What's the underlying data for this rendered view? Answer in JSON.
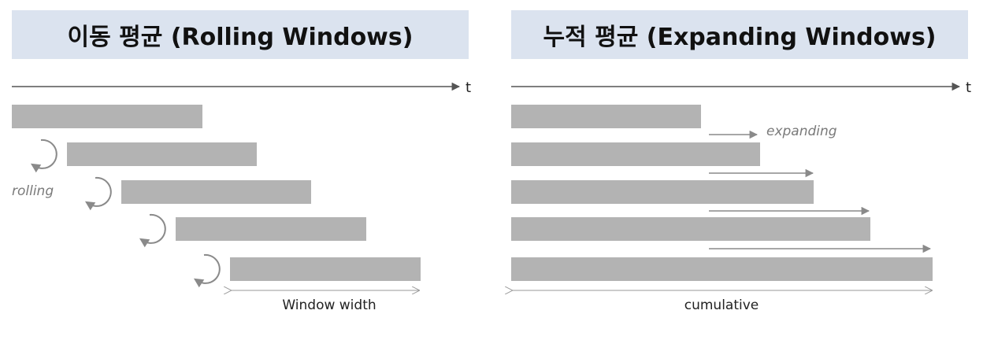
{
  "rolling": {
    "title": "이동 평균 (Rolling Windows)",
    "axis_label": "t",
    "rolling_label": "rolling",
    "width_label": "Window width"
  },
  "expanding": {
    "title": "누적 평균 (Expanding Windows)",
    "axis_label": "t",
    "expanding_label": "expanding",
    "cumulative_label": "cumulative"
  },
  "colors": {
    "title_bg": "#dbe3ef",
    "bar": "#b3b3b3",
    "arrow": "#8a8a8a",
    "axis": "#555555",
    "annotation": "#7a7a7a"
  }
}
